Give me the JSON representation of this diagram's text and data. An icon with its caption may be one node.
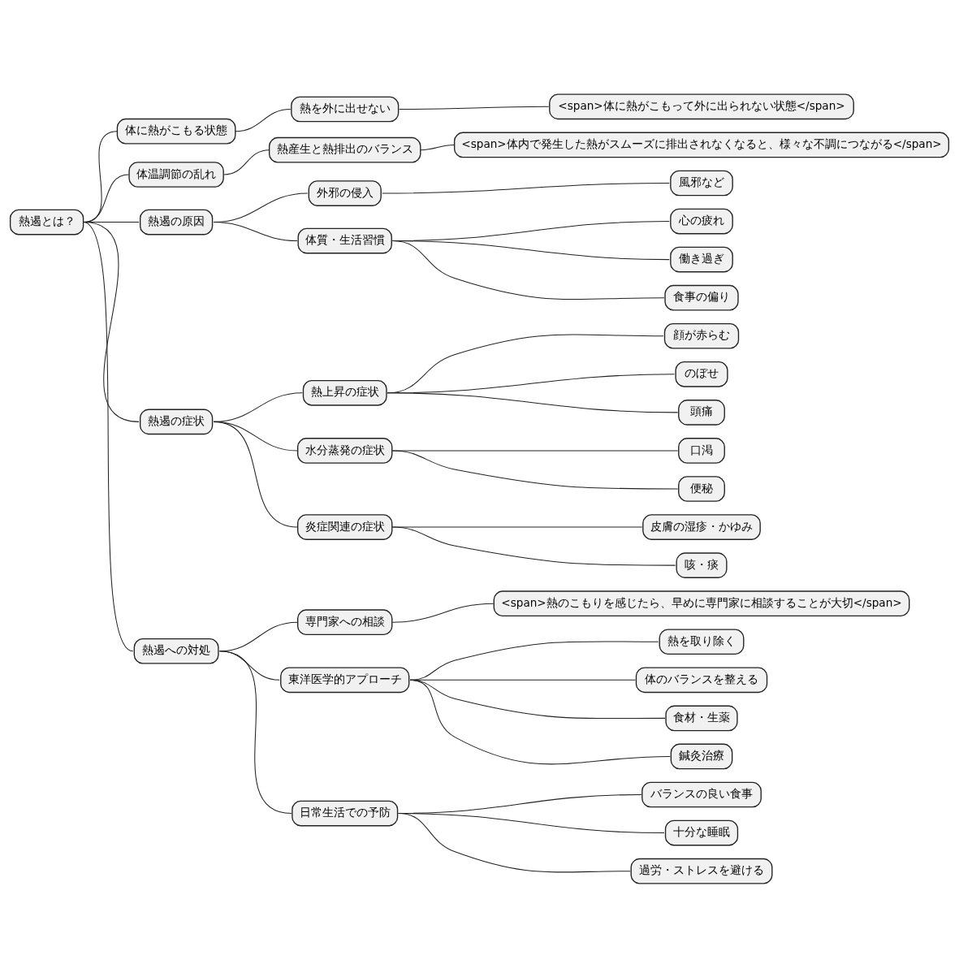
{
  "diagram": {
    "nodes": [
      {
        "text": [
          "熱遏とは？"
        ]
      },
      {
        "text": [
          "体に熱がこもる状態"
        ]
      },
      {
        "text": [
          "熱を外に出せない"
        ]
      },
      {
        "text": [
          "<span>体に熱がこもって外に出られない状態</span>"
        ]
      },
      {
        "text": [
          "体温調節の乱れ"
        ]
      },
      {
        "text": [
          "熱産生と熱排出のバランス"
        ]
      },
      {
        "text": [
          "<span>体内で発生した熱がスムーズに排出されなくなると、様々な不調につながる</span>"
        ]
      },
      {
        "text": [
          "熱遏の原因"
        ]
      },
      {
        "text": [
          "外邪の侵入"
        ]
      },
      {
        "text": [
          "風邪など"
        ]
      },
      {
        "text": [
          "体質・生活習慣"
        ]
      },
      {
        "text": [
          "心の疲れ"
        ]
      },
      {
        "text": [
          "働き過ぎ"
        ]
      },
      {
        "text": [
          "食事の偏り"
        ]
      },
      {
        "text": [
          "熱遏の症状"
        ]
      },
      {
        "text": [
          "熱上昇の症状"
        ]
      },
      {
        "text": [
          "顔が赤らむ"
        ]
      },
      {
        "text": [
          "のぼせ"
        ]
      },
      {
        "text": [
          "頭痛"
        ]
      },
      {
        "text": [
          "水分蒸発の症状"
        ]
      },
      {
        "text": [
          "口渇"
        ]
      },
      {
        "text": [
          "便秘"
        ]
      },
      {
        "text": [
          "炎症関連の症状"
        ]
      },
      {
        "text": [
          "皮膚の湿疹・かゆみ"
        ]
      },
      {
        "text": [
          "咳・痰"
        ]
      },
      {
        "text": [
          "熱遏への対処"
        ]
      },
      {
        "text": [
          "専門家への相談"
        ]
      },
      {
        "text": [
          "<span>熱のこもりを感じたら、早めに専門家に相談することが大切</span>"
        ]
      },
      {
        "text": [
          "東洋医学的アプローチ"
        ]
      },
      {
        "text": [
          "熱を取り除く"
        ]
      },
      {
        "text": [
          "体のバランスを整える"
        ]
      },
      {
        "text": [
          "食材・生薬"
        ]
      },
      {
        "text": [
          "鍼灸治療"
        ]
      },
      {
        "text": [
          "日常生活での予防"
        ]
      },
      {
        "text": [
          "バランスの良い食事"
        ]
      },
      {
        "text": [
          "十分な睡眠"
        ]
      },
      {
        "text": [
          "過労・ストレスを避ける"
        ]
      }
    ],
    "edges": [
      {
        "from": 0,
        "to": 1,
        "arrow": "none"
      },
      {
        "from": 1,
        "to": 2,
        "arrow": "none"
      },
      {
        "from": 2,
        "to": 3,
        "arrow": "none"
      },
      {
        "from": 0,
        "to": 4,
        "arrow": "none"
      },
      {
        "from": 4,
        "to": 5,
        "arrow": "none"
      },
      {
        "from": 5,
        "to": 6,
        "arrow": "none"
      },
      {
        "from": 0,
        "to": 7,
        "arrow": "none"
      },
      {
        "from": 7,
        "to": 8,
        "arrow": "none"
      },
      {
        "from": 8,
        "to": 9,
        "arrow": "none"
      },
      {
        "from": 7,
        "to": 10,
        "arrow": "none"
      },
      {
        "from": 10,
        "to": 11,
        "arrow": "none"
      },
      {
        "from": 10,
        "to": 12,
        "arrow": "none"
      },
      {
        "from": 10,
        "to": 13,
        "arrow": "none"
      },
      {
        "from": 0,
        "to": 14,
        "arrow": "none"
      },
      {
        "from": 14,
        "to": 15,
        "arrow": "none"
      },
      {
        "from": 15,
        "to": 16,
        "arrow": "none"
      },
      {
        "from": 15,
        "to": 17,
        "arrow": "none"
      },
      {
        "from": 15,
        "to": 18,
        "arrow": "none"
      },
      {
        "from": 14,
        "to": 19,
        "arrow": "none"
      },
      {
        "from": 19,
        "to": 20,
        "arrow": "none"
      },
      {
        "from": 19,
        "to": 21,
        "arrow": "none"
      },
      {
        "from": 14,
        "to": 22,
        "arrow": "none"
      },
      {
        "from": 22,
        "to": 23,
        "arrow": "none"
      },
      {
        "from": 22,
        "to": 24,
        "arrow": "none"
      },
      {
        "from": 0,
        "to": 25,
        "arrow": "none"
      },
      {
        "from": 25,
        "to": 26,
        "arrow": "none"
      },
      {
        "from": 26,
        "to": 27,
        "arrow": "none"
      },
      {
        "from": 25,
        "to": 28,
        "arrow": "none"
      },
      {
        "from": 28,
        "to": 29,
        "arrow": "none"
      },
      {
        "from": 28,
        "to": 30,
        "arrow": "none"
      },
      {
        "from": 28,
        "to": 31,
        "arrow": "none"
      },
      {
        "from": 28,
        "to": 32,
        "arrow": "none"
      },
      {
        "from": 25,
        "to": 33,
        "arrow": "none"
      },
      {
        "from": 33,
        "to": 34,
        "arrow": "none"
      },
      {
        "from": 33,
        "to": 35,
        "arrow": "none"
      },
      {
        "from": 33,
        "to": 36,
        "arrow": "none"
      }
    ]
  }
}
